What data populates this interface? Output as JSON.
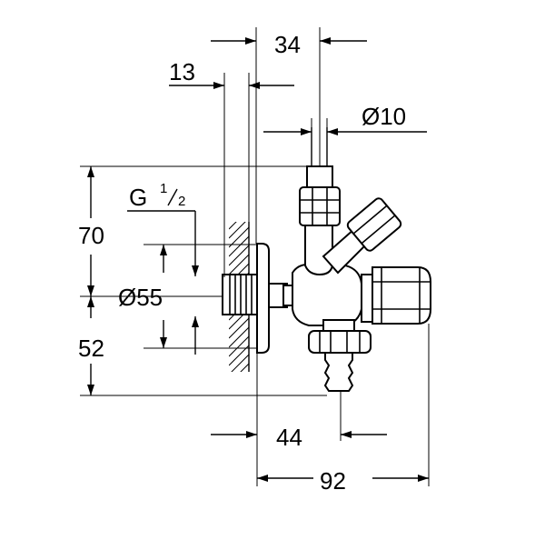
{
  "dimensions": {
    "d34": "34",
    "d13": "13",
    "d10": "Ø10",
    "thread_g": "G",
    "thread_num": "1",
    "thread_den": "2",
    "d70": "70",
    "d55": "Ø55",
    "d52": "52",
    "d44": "44",
    "d92": "92"
  }
}
